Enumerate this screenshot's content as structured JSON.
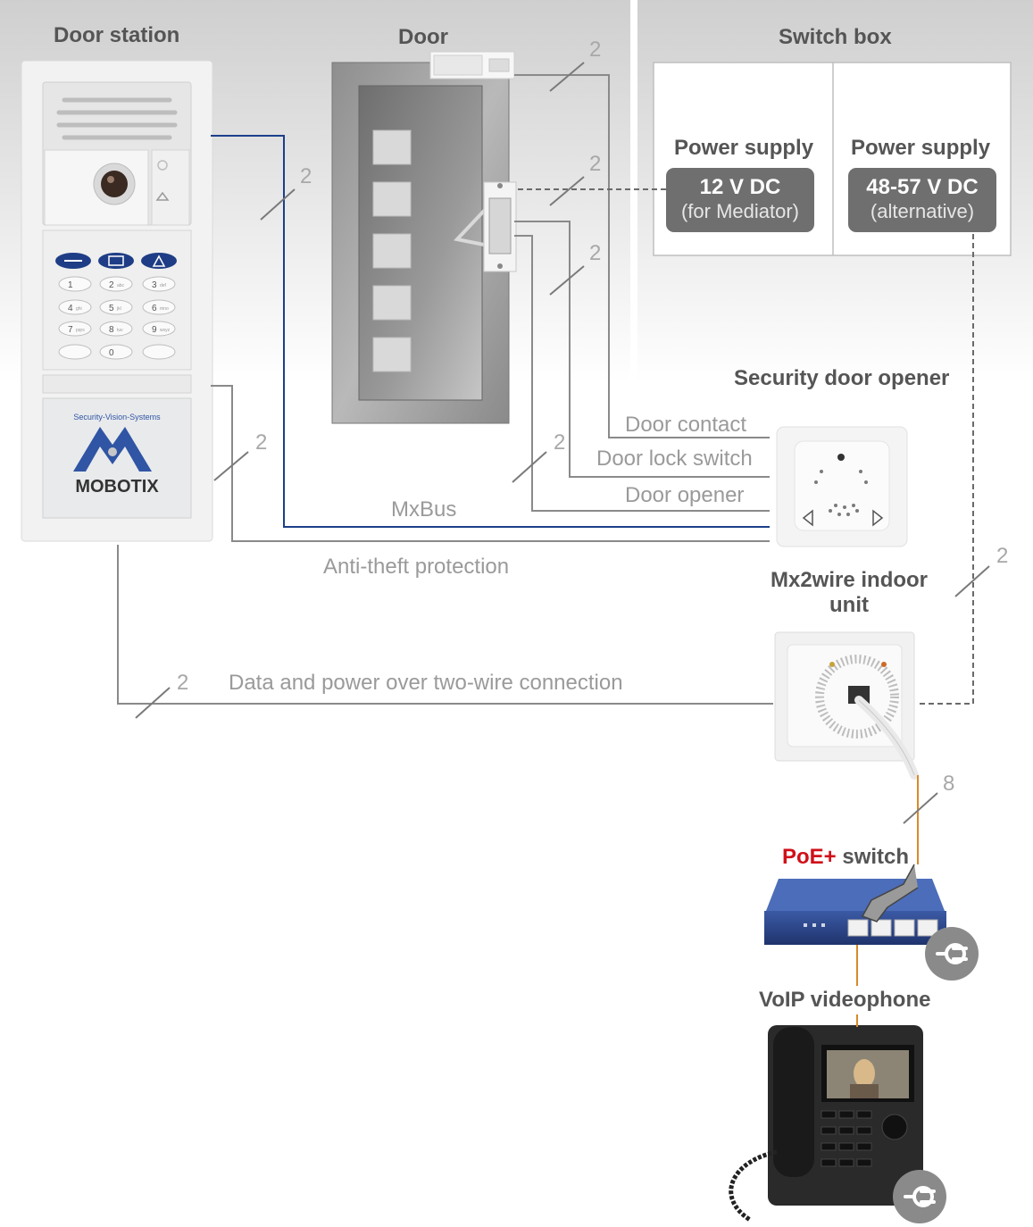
{
  "titles": {
    "door_station": "Door station",
    "door": "Door",
    "switch_box": "Switch box",
    "security_door_opener": "Security door opener",
    "indoor_unit_line1": "Mx2wire indoor",
    "indoor_unit_line2": "unit",
    "poe_prefix": "PoE+",
    "poe_suffix": " switch",
    "voip": "VoIP videophone"
  },
  "power_supplies": [
    {
      "label": "Power supply",
      "voltage": "12 V DC",
      "note": "(for Mediator)"
    },
    {
      "label": "Power supply",
      "voltage": "48-57 V DC",
      "note": "(alternative)"
    }
  ],
  "wires": {
    "door_contact": "Door contact",
    "door_lock_switch": "Door lock switch",
    "door_opener": "Door opener",
    "mxbus": "MxBus",
    "anti_theft": "Anti-theft protection",
    "two_wire": "Data and power over two-wire connection"
  },
  "wire_counts": {
    "door_contact": "2",
    "lock_switch": "2",
    "opener": "2",
    "mxbus": "2",
    "anti_theft": "2",
    "door_opener_group": "2",
    "two_wire": "2",
    "power_alt": "2",
    "network": "8"
  },
  "door_station": {
    "brand": "MOBOTIX",
    "tagline": "Security-Vision-Systems",
    "keys": [
      "1",
      "2",
      "3",
      "4",
      "5",
      "6",
      "7",
      "8",
      "9",
      "",
      "0",
      ""
    ],
    "key_subs": [
      "",
      "abc",
      "def",
      "ghi",
      "jkl",
      "mno",
      "pqrs",
      "tuv",
      "wxyz",
      "",
      "",
      ""
    ]
  },
  "colors": {
    "mxbus": "#1b3f8b",
    "wire": "#8a8a8a",
    "network": "#d9892a",
    "poe": "#d0101a"
  }
}
